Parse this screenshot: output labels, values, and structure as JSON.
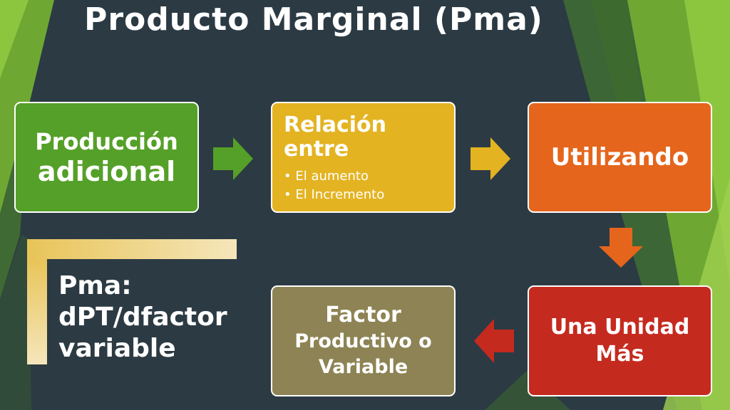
{
  "title": "Producto Marginal (Pma)",
  "boxes": {
    "produccion": {
      "line1": "Producción",
      "line2": "adicional",
      "color": "#55a028"
    },
    "relacion": {
      "heading": "Relación entre",
      "bullets": [
        "El aumento",
        "El Incremento"
      ],
      "color": "#e3b321"
    },
    "utilizando": {
      "text": "Utilizando",
      "color": "#e5651c"
    },
    "unidad": {
      "line1": "Una Unidad",
      "line2": "Más",
      "color": "#c52a1f"
    },
    "factor": {
      "line1": "Factor",
      "line2": "Productivo o",
      "line3": "Variable",
      "color": "#8d8354"
    }
  },
  "formula": {
    "line1": "Pma:",
    "line2": "dPT/dfactor",
    "line3": "variable"
  },
  "arrow_icons": [
    "right-arrow-icon",
    "right-arrow-icon",
    "down-arrow-icon",
    "left-arrow-icon"
  ],
  "colors": {
    "background": "#2c3a43",
    "green_accent": "#8cc63f",
    "bracket": "#f3e2a8"
  }
}
